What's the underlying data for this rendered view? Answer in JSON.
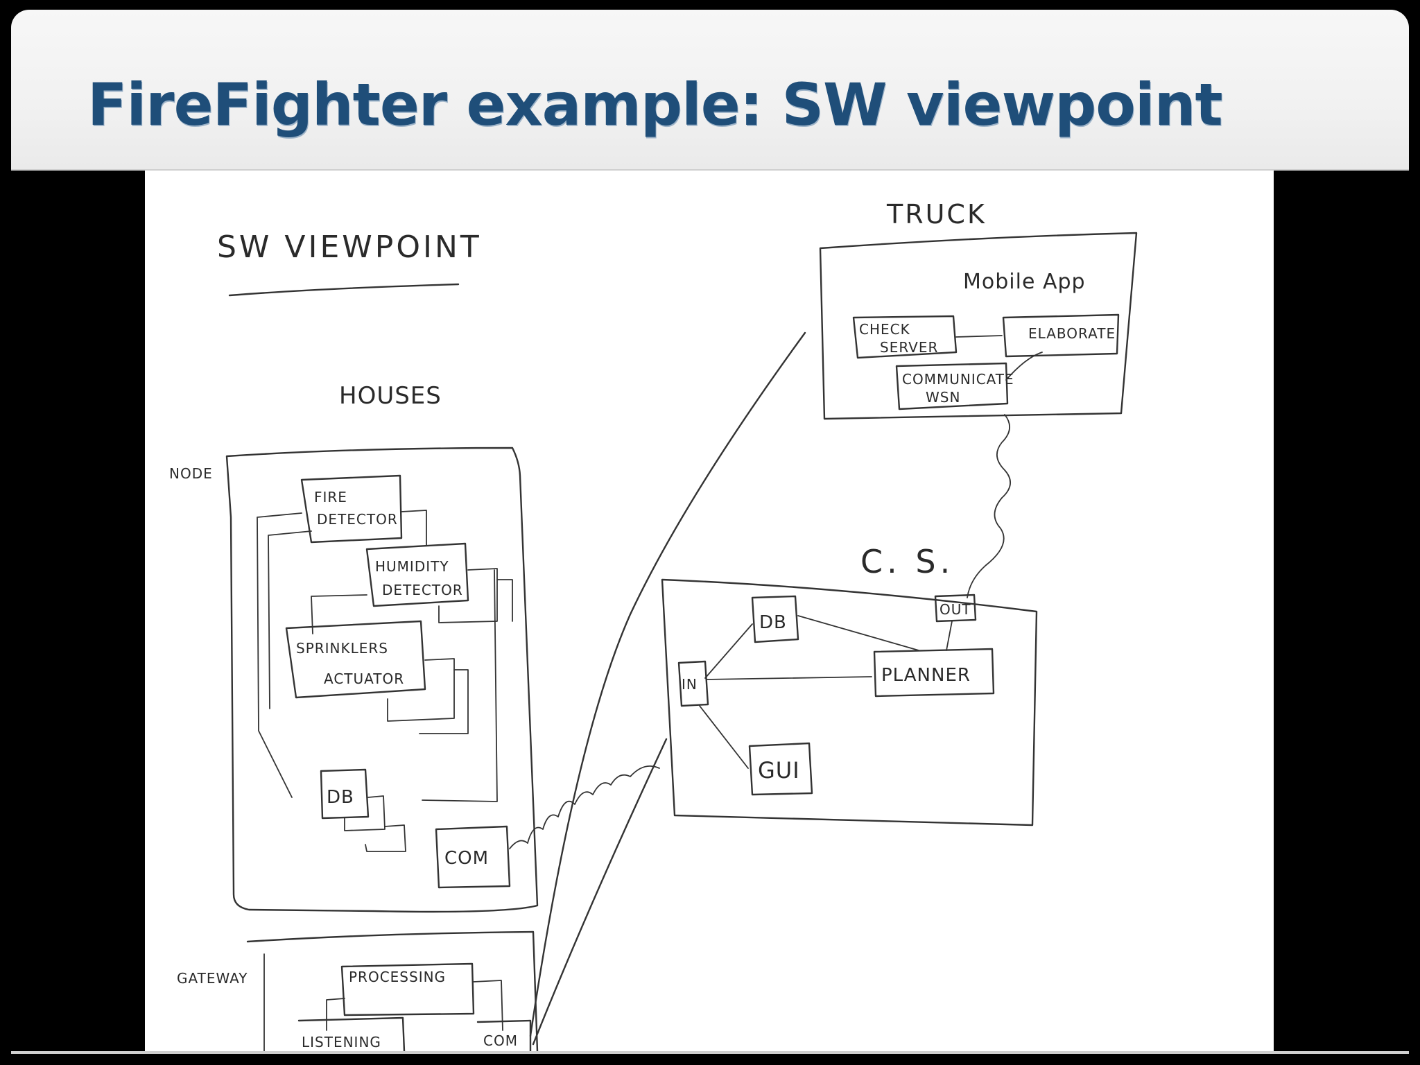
{
  "slide": {
    "title": "FireFighter example: SW viewpoint"
  },
  "sketch": {
    "heading": "SW VIEWPOINT",
    "houses": {
      "label": "HOUSES",
      "node_label": "NODE",
      "components": {
        "fire_detector": [
          "FIRE",
          "DETECTOR"
        ],
        "humidity_detector": [
          "HUMIDITY",
          "DETECTOR"
        ],
        "sprinklers_actuator": [
          "SPRINKLERS",
          "ACTUATOR"
        ],
        "db": "DB",
        "com": "COM"
      }
    },
    "gateway": {
      "label": "GATEWAY",
      "components": {
        "processing": "PROCESSING",
        "listening": "LISTENING",
        "com": "COM"
      }
    },
    "truck": {
      "label": "TRUCK",
      "app_label": "Mobile App",
      "components": {
        "check_server": [
          "CHECK",
          "SERVER"
        ],
        "elaborate": "ELABORATE",
        "communicate_wsn": [
          "COMMUNICATE",
          "WSN"
        ]
      }
    },
    "cs": {
      "label": "C. S.",
      "components": {
        "db": "DB",
        "in": "IN",
        "out": "OUT",
        "planner": "PLANNER",
        "gui": "GUI"
      }
    }
  }
}
